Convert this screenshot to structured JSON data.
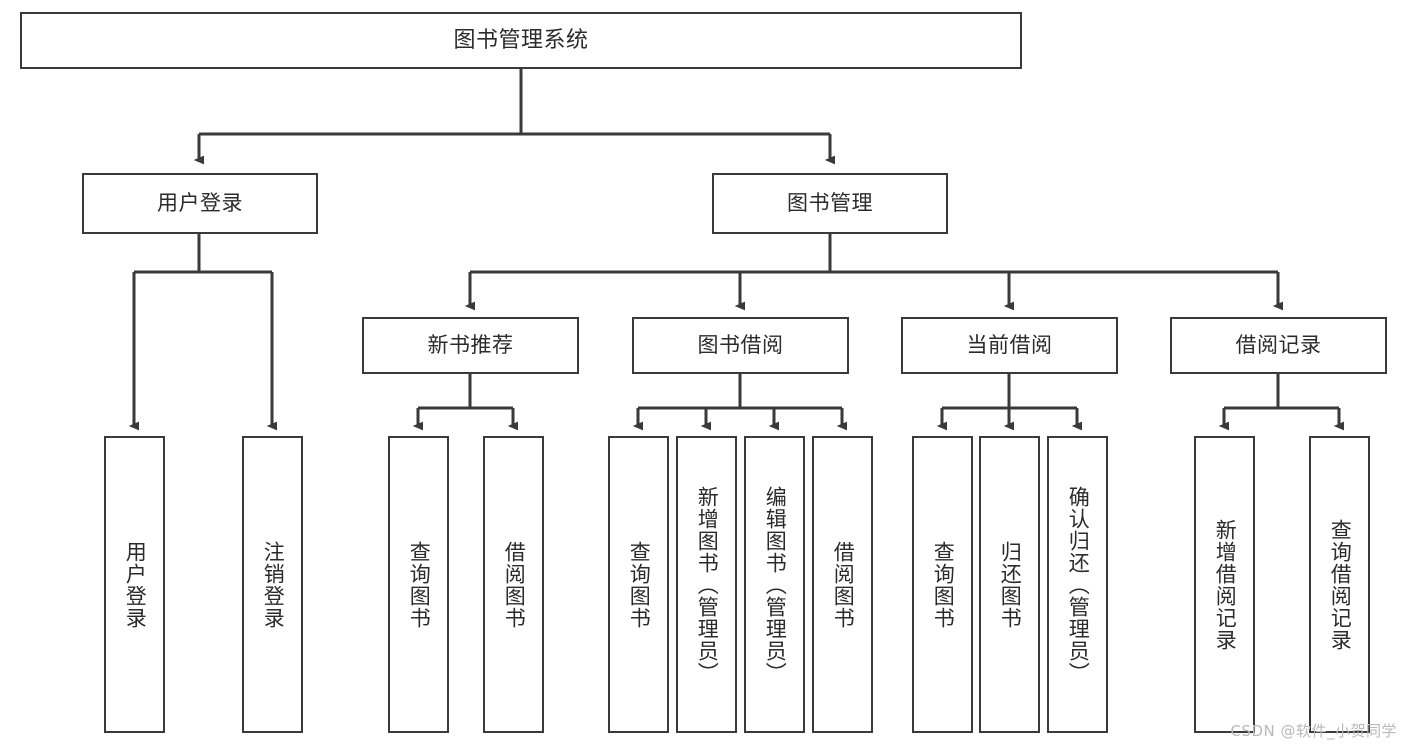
{
  "diagram": {
    "title": "图书管理系统",
    "type": "tree-hierarchy-chart",
    "watermark": "CSDN @软件_小贺同学",
    "colors": {
      "stroke": "#3a3a3a",
      "fill": "#ffffff",
      "text": "#2b2b2b",
      "watermark": "#b9b9b9"
    },
    "nodes": {
      "root": {
        "label": "图书管理系统"
      },
      "level2": [
        {
          "label": "用户登录"
        },
        {
          "label": "图书管理"
        }
      ],
      "level3": [
        {
          "label": "新书推荐"
        },
        {
          "label": "图书借阅"
        },
        {
          "label": "当前借阅"
        },
        {
          "label": "借阅记录"
        }
      ],
      "leaves": {
        "user_login": [
          {
            "label": "用户登录"
          },
          {
            "label": "注销登录"
          }
        ],
        "new_book_recommend": [
          {
            "label": "查询图书"
          },
          {
            "label": "借阅图书"
          }
        ],
        "book_borrow": [
          {
            "label": "查询图书"
          },
          {
            "label": "新增图书（管理员）"
          },
          {
            "label": "编辑图书（管理员）"
          },
          {
            "label": "借阅图书"
          }
        ],
        "current_borrow": [
          {
            "label": "查询图书"
          },
          {
            "label": "归还图书"
          },
          {
            "label": "确认归还（管理员）"
          }
        ],
        "borrow_record": [
          {
            "label": "新增借阅记录"
          },
          {
            "label": "查询借阅记录"
          }
        ]
      }
    }
  }
}
